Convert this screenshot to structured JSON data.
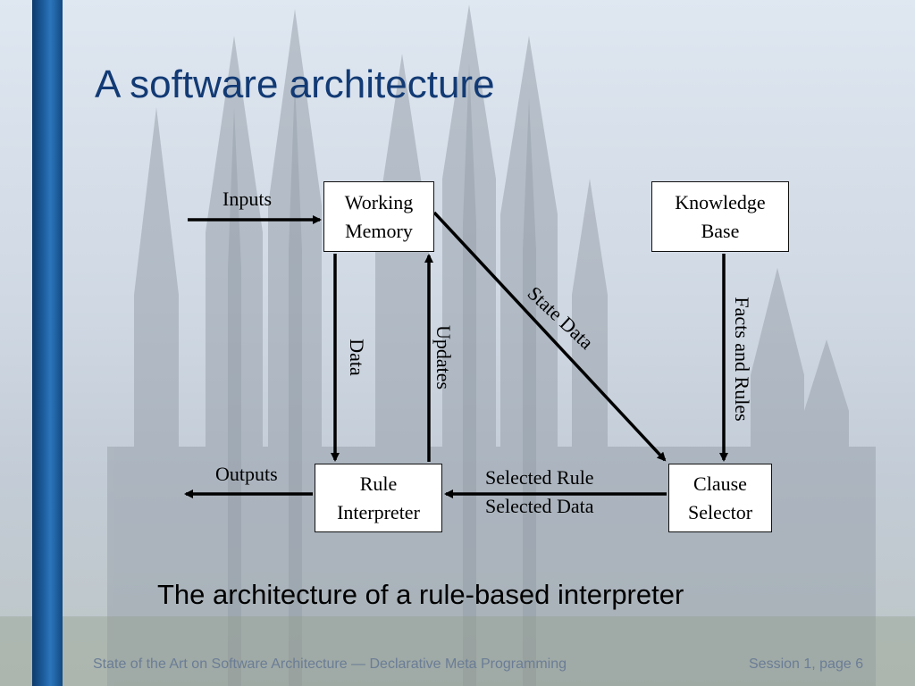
{
  "slide": {
    "title": "A software architecture",
    "caption": "The architecture of a rule-based interpreter",
    "footer_left": "State of the Art on Software Architecture — Declarative Meta Programming",
    "footer_right": "Session 1, page 6"
  },
  "diagram": {
    "nodes": {
      "working_memory": [
        "Working",
        "Memory"
      ],
      "knowledge_base": [
        "Knowledge",
        "Base"
      ],
      "rule_interpreter": [
        "Rule",
        "Interpreter"
      ],
      "clause_selector": [
        "Clause",
        "Selector"
      ]
    },
    "labels": {
      "inputs": "Inputs",
      "outputs": "Outputs",
      "data": "Data",
      "updates": "Updates",
      "state_data": "State Data",
      "facts_and_rules": "Facts and Rules",
      "selected_rule": "Selected Rule",
      "selected_data": "Selected Data"
    }
  },
  "colors": {
    "title": "#123a74",
    "side_bar": "#1b5b99",
    "footer": "#6b7d96"
  }
}
